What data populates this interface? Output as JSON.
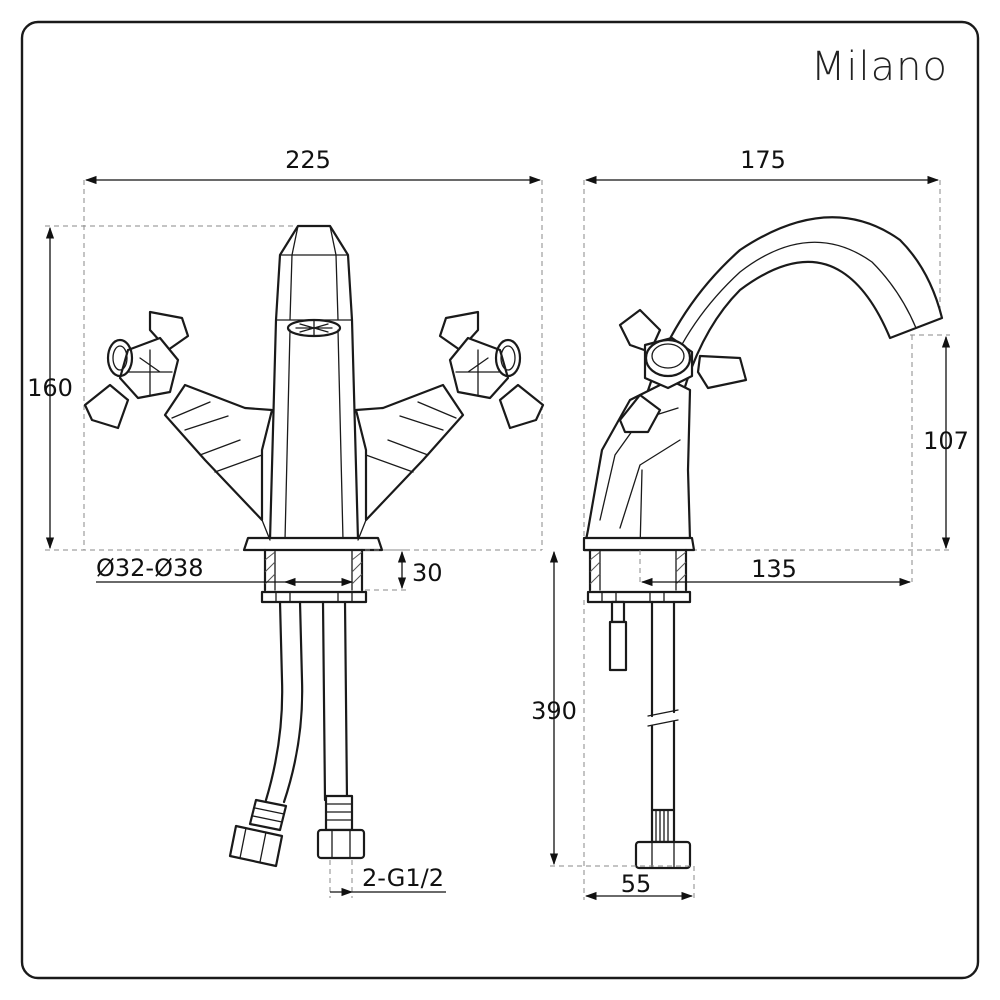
{
  "brand": "Milano",
  "dimensions": {
    "front_width": "225",
    "front_height": "160",
    "hole_diameter": "Ø32-Ø38",
    "max_countertop": "30",
    "connector_thread": "2-G1/2",
    "side_width": "175",
    "spout_height": "107",
    "spout_reach": "135",
    "hose_length": "390",
    "base_width": "55"
  },
  "colors": {
    "line": "#1a1a1a",
    "frame": "#1a1a1a",
    "background": "#ffffff"
  }
}
